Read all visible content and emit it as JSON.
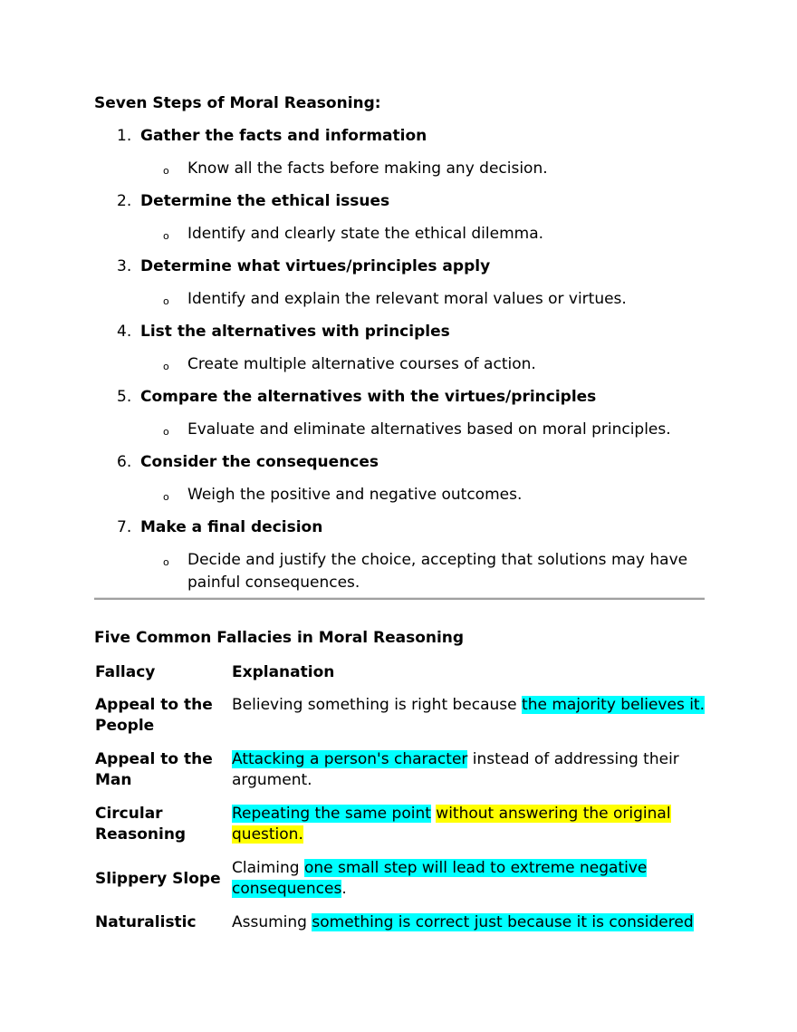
{
  "document": {
    "steps_section": {
      "title": "Seven Steps of Moral Reasoning:",
      "bullet_icon": "hollow-circle-bullet",
      "steps": [
        {
          "number": "1.",
          "title": "Gather the facts and information",
          "detail": "Know all the facts before making any decision."
        },
        {
          "number": "2.",
          "title": "Determine the ethical issues",
          "detail": "Identify and clearly state the ethical dilemma."
        },
        {
          "number": "3.",
          "title": "Determine what virtues/principles apply",
          "detail": "Identify and explain the relevant moral values or virtues."
        },
        {
          "number": "4.",
          "title": "List the alternatives with principles",
          "detail": "Create multiple alternative courses of action."
        },
        {
          "number": "5.",
          "title": "Compare the alternatives with the virtues/principles",
          "detail": "Evaluate and eliminate alternatives based on moral principles."
        },
        {
          "number": "6.",
          "title": "Consider the consequences",
          "detail": "Weigh the positive and negative outcomes."
        },
        {
          "number": "7.",
          "title": "Make a final decision",
          "detail": "Decide and justify the choice, accepting that solutions may have painful consequences."
        }
      ]
    },
    "fallacies_section": {
      "title": "Five Common Fallacies in Moral Reasoning",
      "columns": [
        "Fallacy",
        "Explanation"
      ],
      "highlight_colors": {
        "cyan": "#00ffff",
        "yellow": "#ffff00"
      },
      "rows": [
        {
          "name": "Appeal to the People",
          "segments": [
            {
              "text": "Believing something is right because ",
              "highlight": "none"
            },
            {
              "text": "the majority believes it.",
              "highlight": "cyan"
            }
          ]
        },
        {
          "name": "Appeal to the Man",
          "segments": [
            {
              "text": "Attacking a person's character",
              "highlight": "cyan"
            },
            {
              "text": " instead of addressing their argument.",
              "highlight": "none"
            }
          ]
        },
        {
          "name": "Circular Reasoning",
          "segments": [
            {
              "text": "Repeating the same point",
              "highlight": "cyan"
            },
            {
              "text": " ",
              "highlight": "none"
            },
            {
              "text": "without answering the original question.",
              "highlight": "yellow"
            }
          ]
        },
        {
          "name": "Slippery Slope",
          "segments": [
            {
              "text": "Claiming ",
              "highlight": "none"
            },
            {
              "text": "one small step will lead to extreme negative consequences",
              "highlight": "cyan"
            },
            {
              "text": ".",
              "highlight": "none"
            }
          ]
        },
        {
          "name": "Naturalistic",
          "segments": [
            {
              "text": "Assuming ",
              "highlight": "none"
            },
            {
              "text": "something is correct just because it is considered",
              "highlight": "cyan"
            }
          ]
        }
      ]
    }
  }
}
